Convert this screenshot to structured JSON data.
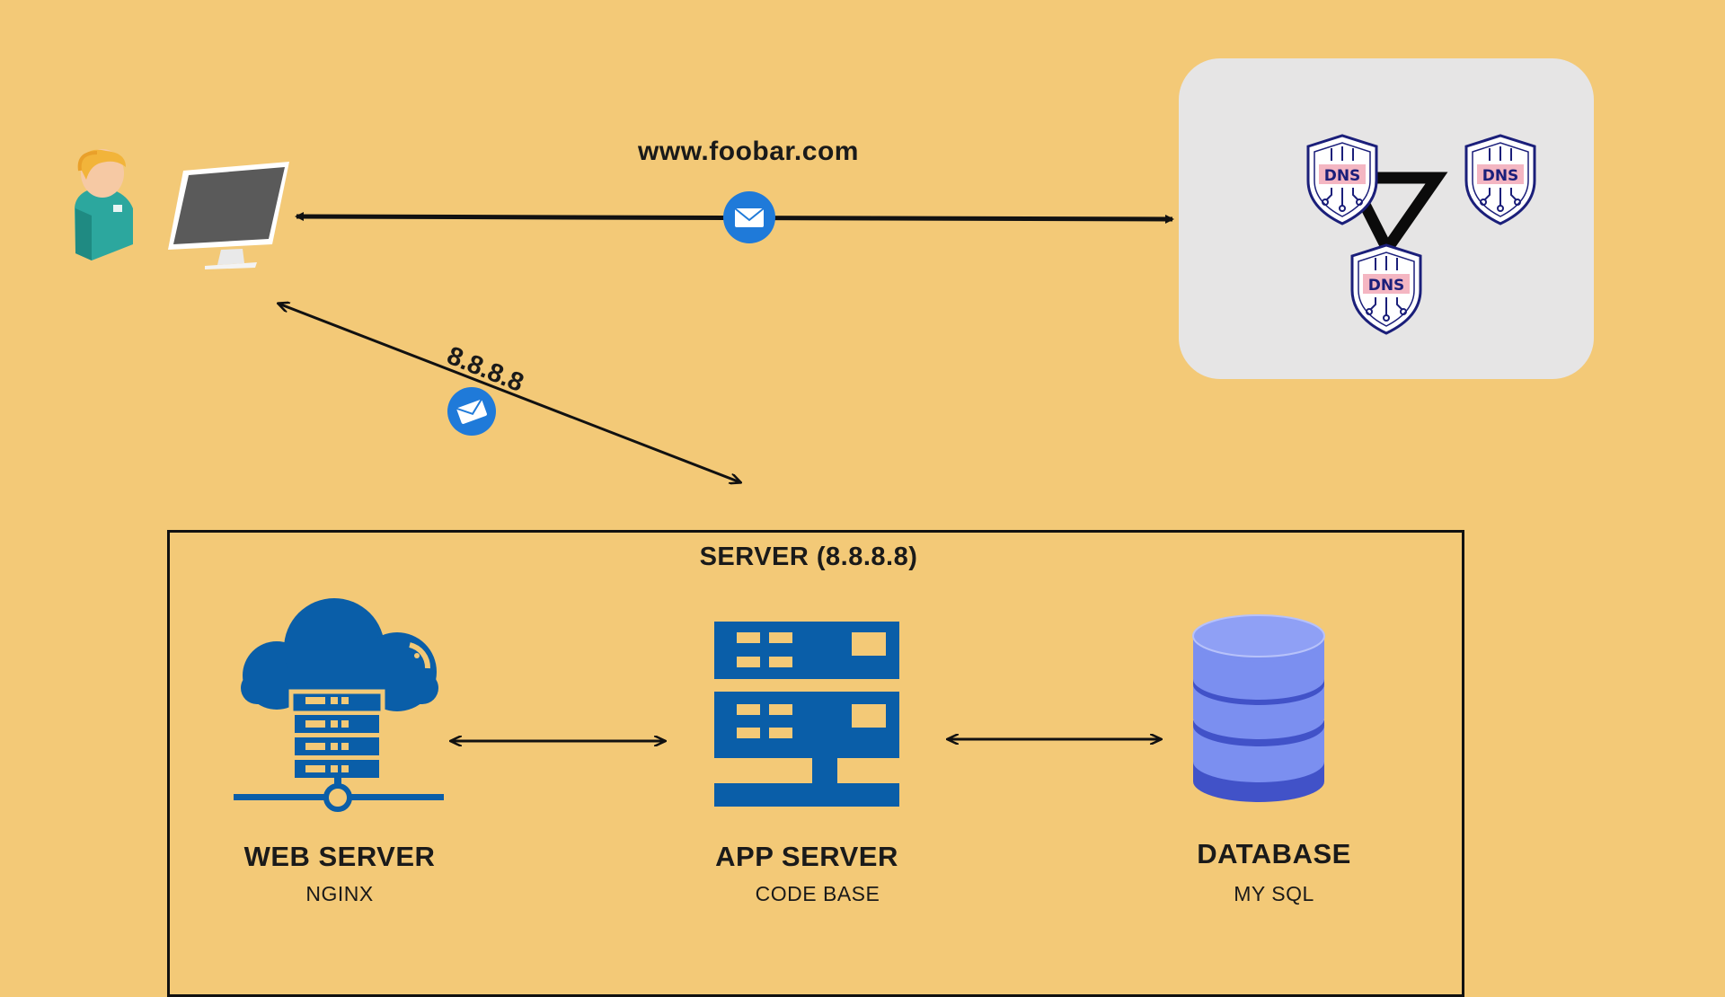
{
  "client": {
    "user_icon": "user-icon",
    "computer_icon": "monitor-icon"
  },
  "request": {
    "domain": "www.foobar.com",
    "envelope_icon": "envelope-icon"
  },
  "response": {
    "ip": "8.8.8.8",
    "envelope_icon": "envelope-icon"
  },
  "dns_cluster": {
    "nodes": [
      "DNS",
      "DNS",
      "DNS"
    ],
    "icon": "dns-shield-icon"
  },
  "server": {
    "title": "SERVER (8.8.8.8)",
    "components": [
      {
        "title": "WEB SERVER",
        "subtitle": "NGINX",
        "icon": "cloud-server-icon"
      },
      {
        "title": "APP SERVER",
        "subtitle": "CODE BASE",
        "icon": "server-rack-icon"
      },
      {
        "title": "DATABASE",
        "subtitle": "MY SQL",
        "icon": "database-icon"
      }
    ]
  },
  "colors": {
    "background": "#f3c977",
    "dns_panel": "#e6e5e5",
    "server_blue": "#0a5ea8",
    "database_blue": "#7b8ff0",
    "envelope_blue": "#1f7ad9",
    "dns_navy": "#1b1f7a",
    "dns_pink": "#f4b6c2"
  }
}
